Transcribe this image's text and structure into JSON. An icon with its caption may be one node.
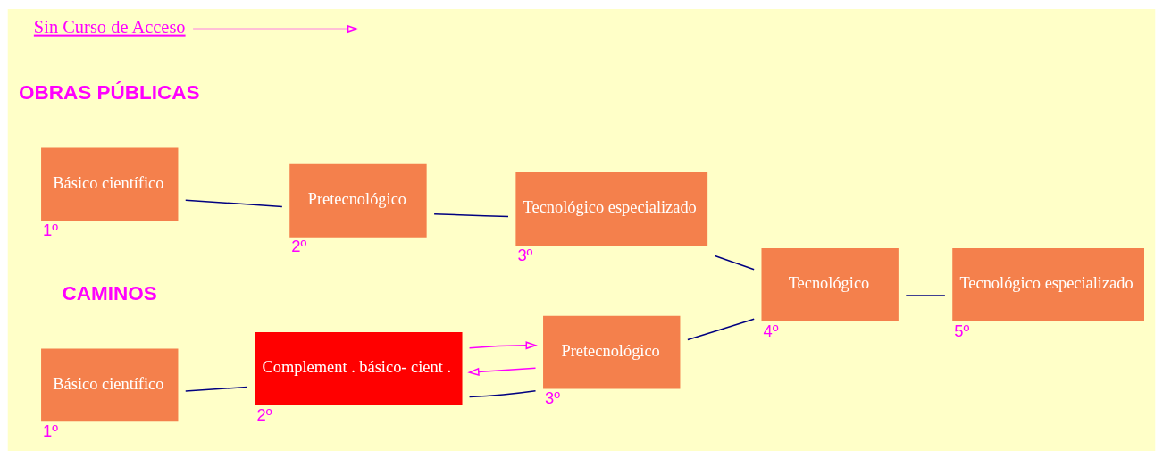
{
  "diagram": {
    "nodes": [
      {
        "text": [
          "Básico científico"
        ],
        "beside": [
          "1º"
        ]
      },
      {
        "text": [
          "Pretecnológico"
        ],
        "beside": [
          "2º"
        ]
      },
      {
        "text": [
          "Tecnológico especializado"
        ],
        "beside": [
          "3º"
        ]
      },
      {
        "text": [
          "Básico científico"
        ],
        "beside": [
          "1º"
        ]
      },
      {
        "text": [
          "Complement . básico- cient ."
        ],
        "beside": [
          "2º"
        ]
      },
      {
        "text": [
          "Pretecnológico"
        ],
        "beside": [
          "3º"
        ]
      },
      {
        "text": [
          "Tecnológico"
        ],
        "beside": [
          "4º"
        ]
      },
      {
        "text": [
          "Tecnológico especializado"
        ],
        "beside": [
          "5º"
        ]
      },
      {
        "text": [
          "Sin Curso de Acceso"
        ]
      }
    ],
    "edges": [
      {
        "from": 0,
        "to": 1,
        "arrow": "none"
      },
      {
        "from": 1,
        "to": 2,
        "arrow": "none"
      },
      {
        "from": 2,
        "to": 6,
        "arrow": "none"
      },
      {
        "from": 3,
        "to": 4,
        "arrow": "none"
      },
      {
        "from": 4,
        "to": 5,
        "arrow": "none"
      },
      {
        "from": 5,
        "to": 6,
        "arrow": "none"
      },
      {
        "from": 6,
        "to": 7,
        "arrow": "none"
      },
      {
        "from": 5,
        "to": 4,
        "arrow": "to",
        "color": "#ff00ff"
      },
      {
        "from": 4,
        "to": 5,
        "arrow": "to",
        "color": "#ff00ff"
      },
      {
        "from": 8,
        "to": null,
        "arrow": "to",
        "color": "#ff00ff"
      }
    ],
    "labels": [
      "OBRAS PÚBLICAS",
      "CAMINOS"
    ]
  }
}
